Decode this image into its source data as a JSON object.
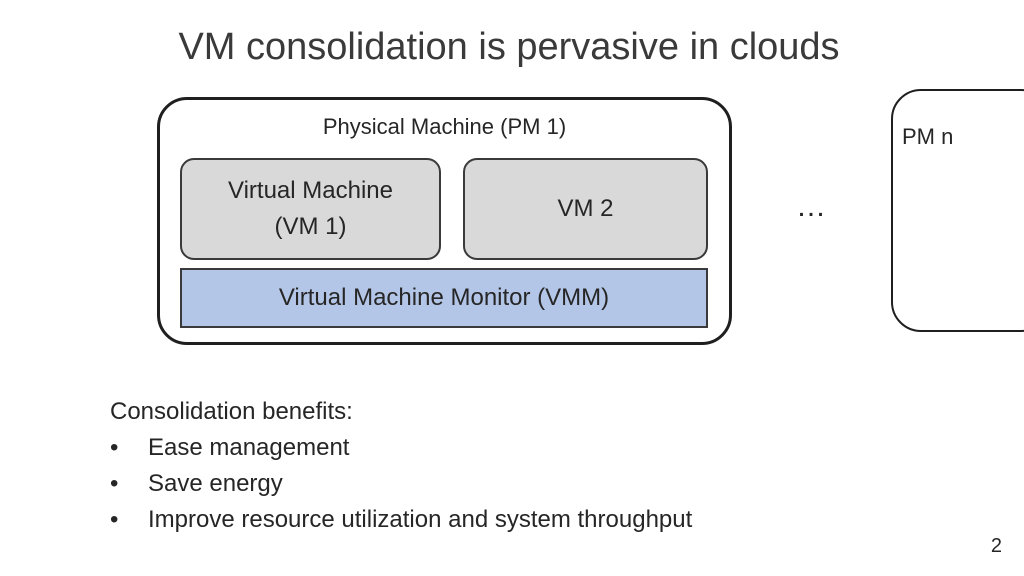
{
  "slide": {
    "title": "VM consolidation is pervasive in clouds",
    "page_number": "2"
  },
  "diagram": {
    "pm1_label": "Physical Machine (PM 1)",
    "vm1_label_line1": "Virtual Machine",
    "vm1_label_line2": "(VM 1)",
    "vm2_label": "VM 2",
    "vmm_label": "Virtual Machine Monitor (VMM)",
    "ellipsis": "…",
    "pmn_label": "PM n",
    "colors": {
      "vm_fill": "#d9d9d9",
      "vmm_fill": "#b4c6e7",
      "border": "#1f1f1f"
    }
  },
  "benefits": {
    "heading": "Consolidation benefits:",
    "items": [
      "Ease management",
      "Save energy",
      "Improve resource utilization and system throughput"
    ]
  }
}
